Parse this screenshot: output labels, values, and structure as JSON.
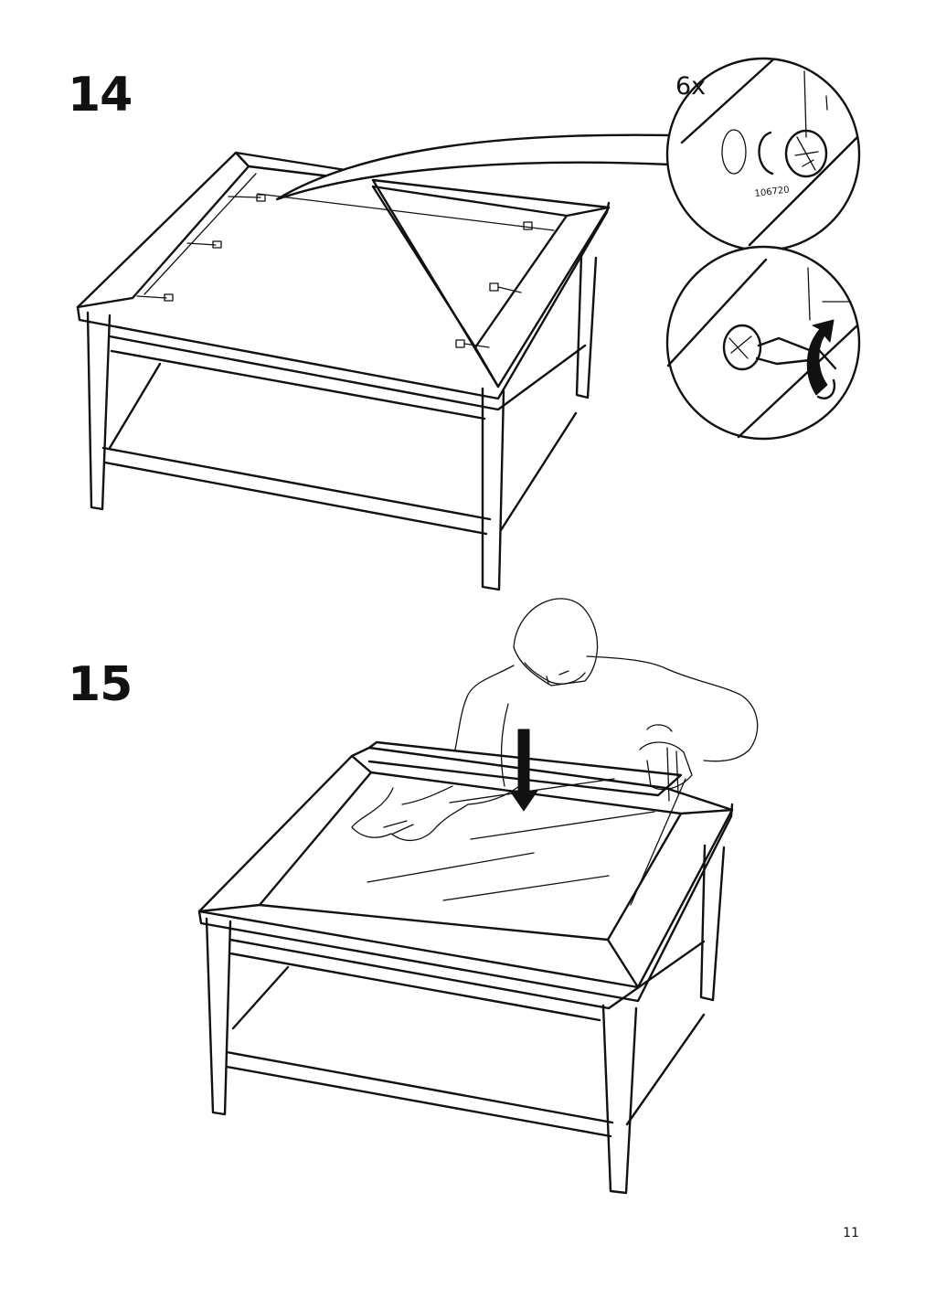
{
  "steps": [
    {
      "number": "14",
      "quantity": "6x",
      "part_number": "106720"
    },
    {
      "number": "15"
    }
  ],
  "page": {
    "number": "11"
  },
  "icons": [
    "cam-lock-fitting-icon",
    "clockwise-rotation-arrow-icon",
    "downward-arrow-icon"
  ]
}
